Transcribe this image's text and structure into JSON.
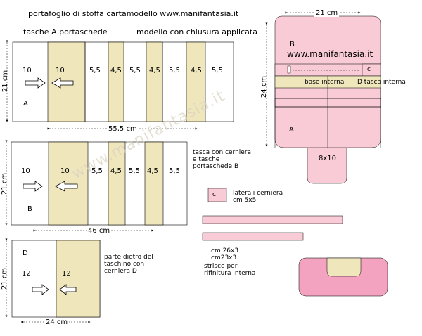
{
  "title": "portafoglio di stoffa cartamodello www.manifantasia.it",
  "watermark": "www.manifantasia.it",
  "colors": {
    "beige": "#efe6bc",
    "pink": "#f8cbd6",
    "pink_dark": "#f3a3bf",
    "line": "#000000"
  },
  "panel_a": {
    "heading": "tasche A portaschede",
    "note": "modello con chiusura applicata",
    "height_label": "21 cm",
    "width_label": "55,5 cm",
    "cells": [
      "10",
      "10",
      "5,5",
      "4,5",
      "5,5",
      "4,5",
      "5,5",
      "4,5",
      "5,5"
    ],
    "letter": "A"
  },
  "panel_b": {
    "height_label": "21 cm",
    "width_label": "46 cm",
    "cells": [
      "10",
      "10",
      "5,5",
      "4,5",
      "5,5",
      "4,5",
      "5,5"
    ],
    "letter": "B",
    "caption": [
      "tasca con cerniera",
      "e tasche",
      "portaschede B"
    ]
  },
  "panel_d": {
    "height_label": "21 cm",
    "width_label": "24 cm",
    "cells": [
      "12",
      "12"
    ],
    "letter": "D",
    "caption": [
      "parte dietro del",
      "taschino con",
      "cerniera D"
    ]
  },
  "right_panel": {
    "width_label": "21 cm",
    "height_label": "24 cm",
    "site": "www.manifantasia.it",
    "label_b": "B",
    "label_c": "c",
    "base_label": "base interna",
    "d_label": "D  tasca interna",
    "label_a": "A",
    "tab_label": "8x10"
  },
  "side_pieces": {
    "c_label": "c",
    "caption": [
      "laterali cerniera",
      "cm 5x5"
    ],
    "strips_caption": [
      "cm 26x3",
      "cm23x3"
    ],
    "strips_note": [
      "strisce per",
      "rifinitura interna"
    ]
  }
}
